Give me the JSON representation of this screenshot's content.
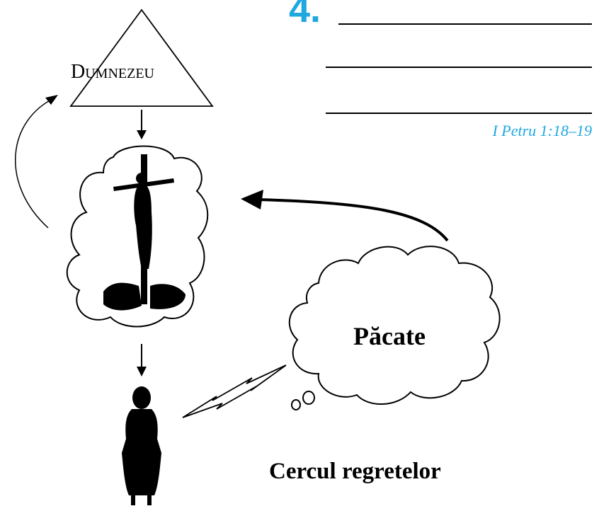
{
  "step_number": "4.",
  "reference": "I Petru 1:18–19",
  "god": {
    "first_letter": "D",
    "rest": "UMNEZEU"
  },
  "sins_label": "Păcate",
  "caption": "Cercul regretelor",
  "colors": {
    "accent": "#1fa8e0",
    "ink": "#000000"
  },
  "icons": [
    "triangle-icon",
    "crucifix-icon",
    "woman-icon",
    "lightning-icon",
    "thought-cloud-icon"
  ]
}
